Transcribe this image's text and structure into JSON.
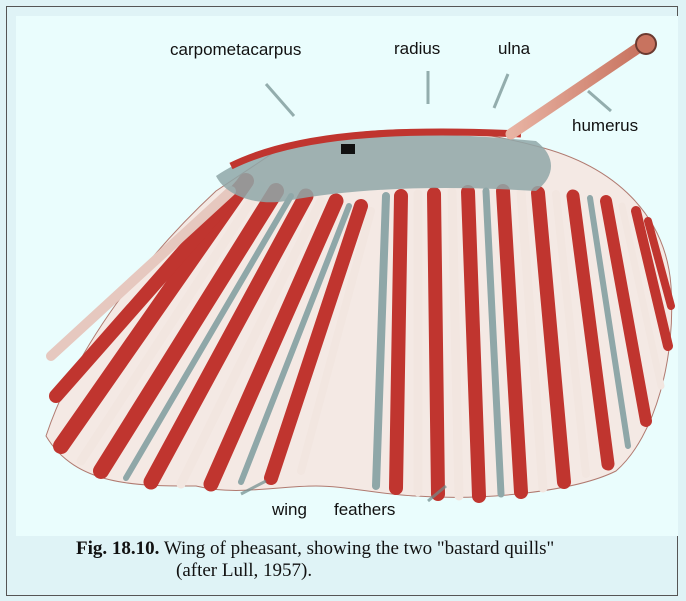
{
  "figure": {
    "labels": {
      "carpometacarpus": "carpometacarpus",
      "radius": "radius",
      "ulna": "ulna",
      "humerus": "humerus",
      "wing": "wing",
      "feathers": "feathers"
    }
  },
  "caption": {
    "fig_number": "Fig. 18.10.",
    "text_line1": "Wing of pheasant, showing the two \"bastard quills\"",
    "text_line2": "(after Lull, 1957)."
  },
  "colors": {
    "background": "#dff3f6",
    "figure_bg": "#eafdfd",
    "feather_red": "#c0352f",
    "feather_light": "#f2e6e0",
    "feather_grey": "#8fa7a8",
    "bone": "#d98f7c"
  }
}
